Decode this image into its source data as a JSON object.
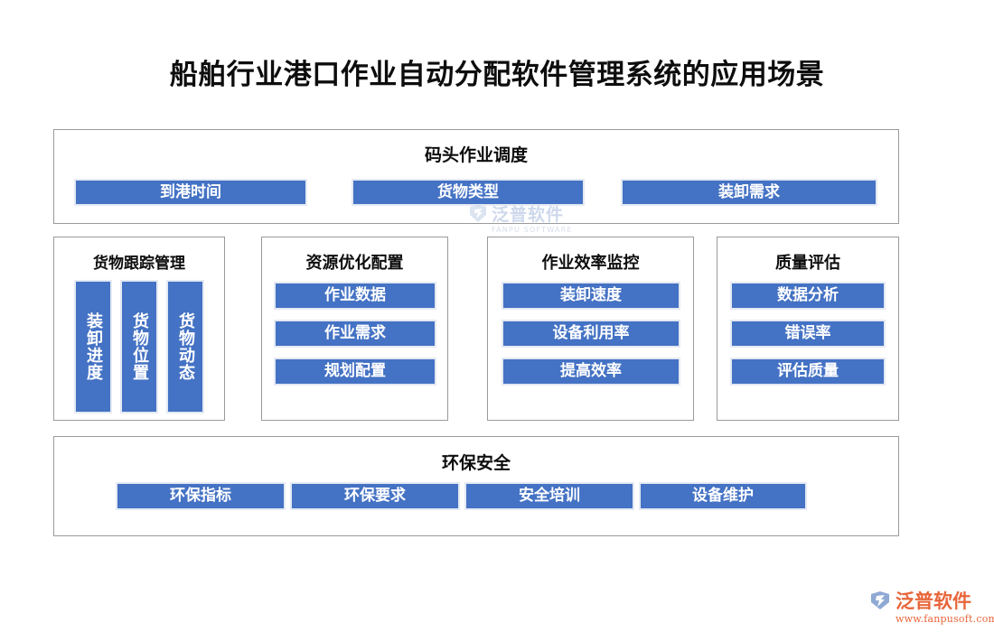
{
  "page": {
    "title": "船舶行业港口作业自动分配软件管理系统的应用场景",
    "accent_color": "#4472C4",
    "chip_border_color": "#E4E9F3",
    "panel_border_color": "#9A9A9A",
    "background_color": "#FFFFFF",
    "brand_color": "#E8663A"
  },
  "top_section": {
    "heading": "码头作业调度",
    "items": [
      {
        "label": "到港时间"
      },
      {
        "label": "货物类型"
      },
      {
        "label": "装卸需求"
      }
    ]
  },
  "cards": [
    {
      "title": "货物跟踪管理",
      "orientation": "vertical",
      "items": [
        {
          "label": "装卸进度"
        },
        {
          "label": "货物位置"
        },
        {
          "label": "货物动态"
        }
      ]
    },
    {
      "title": "资源优化配置",
      "orientation": "horizontal",
      "items": [
        {
          "label": "作业数据"
        },
        {
          "label": "作业需求"
        },
        {
          "label": "规划配置"
        }
      ]
    },
    {
      "title": "作业效率监控",
      "orientation": "horizontal",
      "items": [
        {
          "label": "装卸速度"
        },
        {
          "label": "设备利用率"
        },
        {
          "label": "提高效率"
        }
      ]
    },
    {
      "title": "质量评估",
      "orientation": "horizontal",
      "items": [
        {
          "label": "数据分析"
        },
        {
          "label": "错误率"
        },
        {
          "label": "评估质量"
        }
      ]
    }
  ],
  "bottom_section": {
    "heading": "环保安全",
    "items": [
      {
        "label": "环保指标"
      },
      {
        "label": "环保要求"
      },
      {
        "label": "安全培训"
      },
      {
        "label": "设备维护"
      }
    ]
  },
  "watermark": {
    "name": "泛普软件",
    "subtitle": "FANPU SOFTWARE"
  },
  "brand_logo": {
    "name": "泛普软件",
    "url": "www.fanpusoft.com"
  }
}
